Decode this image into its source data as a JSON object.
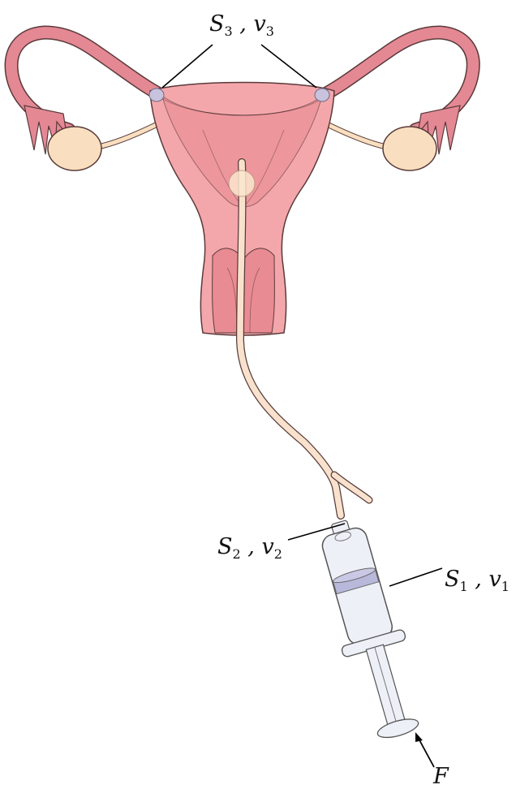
{
  "labels": {
    "s3": {
      "s": "S",
      "s_sub": "3",
      "sep": " , ",
      "v": "v",
      "v_sub": "3"
    },
    "s2": {
      "s": "S",
      "s_sub": "2",
      "sep": " , ",
      "v": "v",
      "v_sub": "2"
    },
    "s1": {
      "s": "S",
      "s_sub": "1",
      "sep": " , ",
      "v": "v",
      "v_sub": "1"
    },
    "force": "F"
  },
  "colors": {
    "uterus_body": "#f4a7ab",
    "uterus_inner": "#e98b93",
    "tube": "#e48894",
    "ovary": "#f9dfbf",
    "catheter": "#f8e2cd",
    "syringe": "#eef0f8",
    "plunger_seal": "#b8b8db",
    "outline": "#5a3a3a"
  },
  "icons": [
    "arrow-icon"
  ]
}
